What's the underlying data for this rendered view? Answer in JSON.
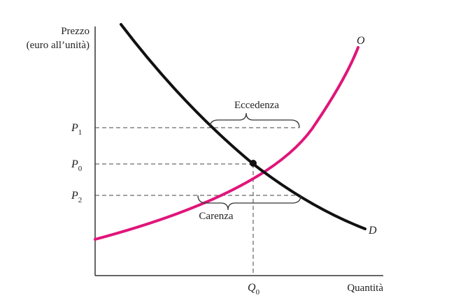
{
  "diagram": {
    "y_axis_label_line1": "Prezzo",
    "y_axis_label_line2": "(euro all’unità)",
    "x_axis_label": "Quantità",
    "supply_label": "O",
    "demand_label": "D",
    "surplus_label": "Eccedenza",
    "shortage_label": "Carenza",
    "price_ticks": [
      {
        "letter": "P",
        "sub": "1"
      },
      {
        "letter": "P",
        "sub": "0"
      },
      {
        "letter": "P",
        "sub": "2"
      }
    ],
    "quantity_tick": {
      "letter": "Q",
      "sub": "0"
    },
    "colors": {
      "supply": "#e0157a",
      "demand": "#111111",
      "axis": "#333333",
      "dashed": "#444444",
      "text": "#222222"
    }
  }
}
